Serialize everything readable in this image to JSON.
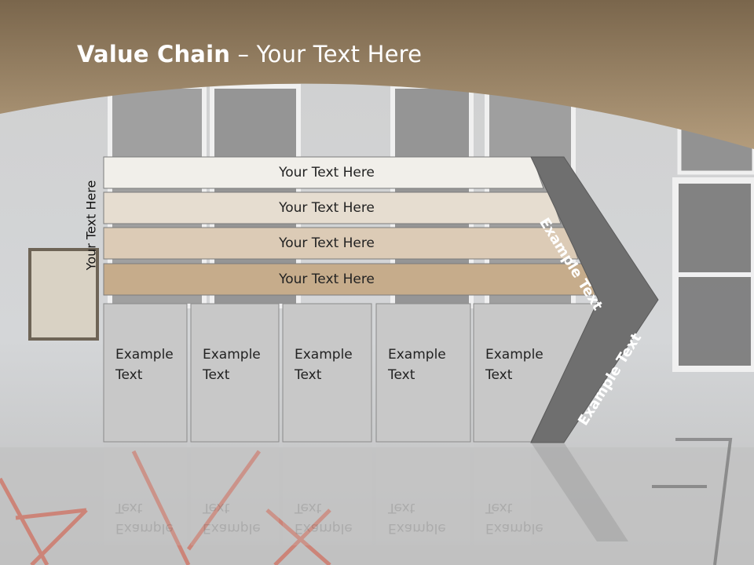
{
  "slide": {
    "title_bold": "Value Chain",
    "title_rest": " – Your Text Here",
    "vertical_label": "Your Text Here"
  },
  "support_bars": [
    {
      "label": "Your Text Here",
      "color": "#f1efea"
    },
    {
      "label": "Your Text Here",
      "color": "#e6ddd0"
    },
    {
      "label": "Your Text Here",
      "color": "#dccbb6"
    },
    {
      "label": "Your Text Here",
      "color": "#c6ac8b"
    }
  ],
  "primary_boxes": [
    {
      "line1": "Example",
      "line2": "Text"
    },
    {
      "line1": "Example",
      "line2": "Text"
    },
    {
      "line1": "Example",
      "line2": "Text"
    },
    {
      "line1": "Example",
      "line2": "Text"
    },
    {
      "line1": "Example",
      "line2": "Text"
    }
  ],
  "margin_arrow": {
    "upper_label": "Example Text",
    "lower_label": "Example Text",
    "color": "#6f6f6f"
  },
  "colors": {
    "header": "#9c8466",
    "box_fill": "#c8c8c8",
    "box_stroke": "#8a8a8a"
  }
}
